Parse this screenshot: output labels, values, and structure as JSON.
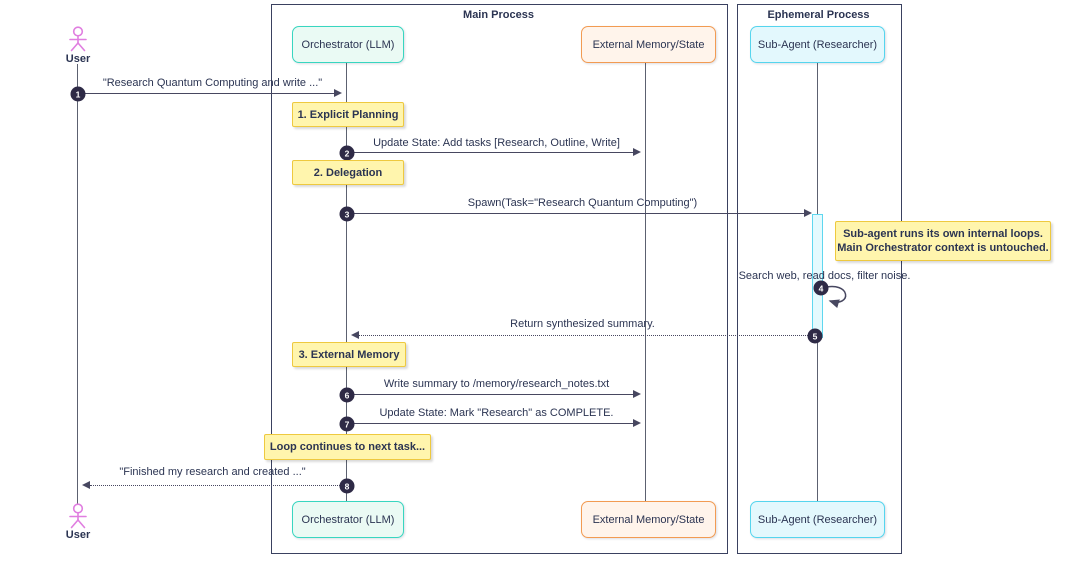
{
  "diagram_type": "sequence-diagram",
  "frames": {
    "main": {
      "title": "Main Process"
    },
    "ephemeral": {
      "title": "Ephemeral Process"
    }
  },
  "actors": {
    "user": {
      "label": "User"
    },
    "orchestrator": {
      "label": "Orchestrator (LLM)"
    },
    "memory": {
      "label": "External Memory/State"
    },
    "subagent": {
      "label": "Sub-Agent (Researcher)"
    }
  },
  "messages": [
    {
      "seq": "1",
      "text": "\"Research Quantum Computing and write ...\"",
      "from": "user",
      "to": "orchestrator",
      "line": "solid"
    },
    {
      "seq": "2",
      "text": "Update State: Add tasks [Research, Outline, Write]",
      "from": "orchestrator",
      "to": "memory",
      "line": "solid"
    },
    {
      "seq": "3",
      "text": "Spawn(Task=\"Research Quantum Computing\")",
      "from": "orchestrator",
      "to": "subagent",
      "line": "solid"
    },
    {
      "seq": "4",
      "text": "Search web, read docs, filter noise.",
      "from": "subagent",
      "to": "subagent",
      "line": "self-loop"
    },
    {
      "seq": "5",
      "text": "Return synthesized summary.",
      "from": "subagent",
      "to": "orchestrator",
      "line": "dotted"
    },
    {
      "seq": "6",
      "text": "Write summary to /memory/research_notes.txt",
      "from": "orchestrator",
      "to": "memory",
      "line": "solid"
    },
    {
      "seq": "7",
      "text": "Update State: Mark \"Research\" as COMPLETE.",
      "from": "orchestrator",
      "to": "memory",
      "line": "solid"
    },
    {
      "seq": "8",
      "text": "\"Finished my research and created ...\"",
      "from": "orchestrator",
      "to": "user",
      "line": "dotted"
    }
  ],
  "notes": [
    {
      "text": "1. Explicit Planning"
    },
    {
      "text": "2. Delegation"
    },
    {
      "text": "3. External Memory"
    },
    {
      "text": "Loop continues to next task..."
    },
    {
      "lines": [
        "Sub-agent runs its own internal loops.",
        "Main Orchestrator context is untouched."
      ]
    }
  ],
  "colors": {
    "frame-border": "#3a4160",
    "lifeline": "#5c6170",
    "arrow": "#474760",
    "text": "#2b3452",
    "seq-badge": "#2e2a46",
    "orchestrator-fill": "#eafaf4",
    "orchestrator-border": "#38d6c0",
    "memory-fill": "#fff4eb",
    "memory-border": "#f29b52",
    "subagent-fill": "#e3f8fd",
    "subagent-border": "#55d5ee",
    "note-fill": "#fff5ad",
    "note-border": "#eec93f",
    "activation-fill": "#e4fafe",
    "activation-border": "#5fd7ef",
    "actor-figure": "#e07ee0"
  }
}
